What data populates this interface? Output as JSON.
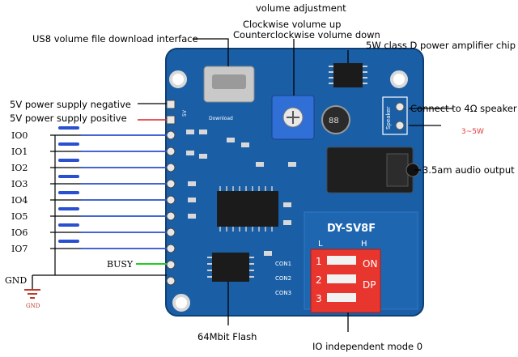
{
  "labels": {
    "volume_adjustment": "volume adjustment",
    "clockwise": "Clockwise volume up",
    "counterclockwise": "Counterclockwise volume down",
    "usb_download": "US8 volume file download interface",
    "amp_chip": "5W class D power amplifier chip",
    "supply_negative": "5V power supply negative",
    "supply_positive": "5V power supply positive",
    "speaker": "Connect to 4Ω speaker",
    "audio_output": "3.5am audio output",
    "flash": "64Mbit Flash",
    "io_mode": "IO independent mode 0",
    "busy": "BUSY",
    "gnd": "GND",
    "gnd_symbol": "GND",
    "speaker_rating": "3~5W"
  },
  "io_pins": [
    "IO0",
    "IO1",
    "IO2",
    "IO3",
    "IO4",
    "IO5",
    "IO6",
    "IO7"
  ],
  "board_silkscreen": {
    "model": "DY-SV8F",
    "dip_on": "ON",
    "dip_dp": "DP",
    "dip_low": "L",
    "dip_high": "H",
    "dip_numbers": [
      "1",
      "2",
      "3"
    ],
    "con_labels": [
      "CON1",
      "CON2",
      "CON3"
    ],
    "usb_label": "Download",
    "speaker_label": "Speaker",
    "power_label": "5V",
    "cap_label": "88"
  },
  "colors": {
    "board": "#1a5fa6",
    "busy_wire": "#22cc22",
    "positive_wire": "#e02020",
    "pin_wire": "#2a4fd0",
    "dip_switch": "#e8362e",
    "potentiometer": "#2f6fd6",
    "gnd_symbol": "#c0392b"
  }
}
